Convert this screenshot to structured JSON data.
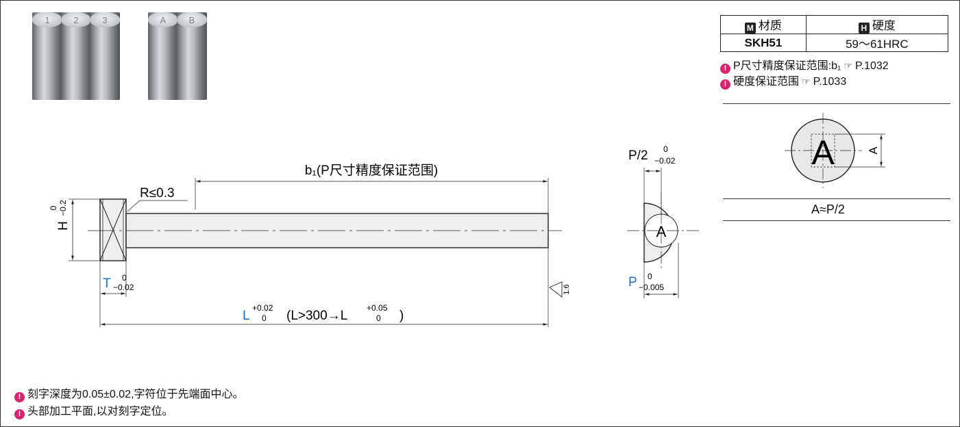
{
  "photos": {
    "group1_letters": [
      "1",
      "2",
      "3"
    ],
    "group2_letters": [
      "A",
      "B"
    ]
  },
  "spec_table": {
    "material_icon": "M",
    "material_header": "材质",
    "hardness_icon": "H",
    "hardness_header": "硬度",
    "material_value": "SKH51",
    "hardness_value": "59～61HRC"
  },
  "refs": [
    {
      "text": "P尺寸精度保证范围:b₁",
      "page": "P.1032"
    },
    {
      "text": "硬度保证范围",
      "page": "P.1033"
    }
  ],
  "end_view_note": "A≈P/2",
  "end_view_letter": "A",
  "end_view_dim": "A",
  "drawing": {
    "b1_label": "b₁(P尺寸精度保证范围)",
    "radius_label": "R≤0.3",
    "H_label": "H",
    "H_tol_upper": "0",
    "H_tol_lower": "−0.2",
    "T_label": "T",
    "T_tol_upper": "0",
    "T_tol_lower": "−0.02",
    "L_label": "L",
    "L_tol_upper": "+0.02",
    "L_tol_lower": "0",
    "L_cond": "(L>300→L",
    "L_cond_upper": "+0.05",
    "L_cond_lower": "0",
    "L_cond_close": ")",
    "roughness": "1.6",
    "P2_label": "P/2",
    "P2_tol_upper": "0",
    "P2_tol_lower": "−0.02",
    "P_label": "P",
    "P_tol_upper": "0",
    "P_tol_lower": "−0.005",
    "center_letter": "A"
  },
  "notes": [
    "刻字深度为0.05±0.02,字符位于先端面中心。",
    "头部加工平面,以对刻字定位。"
  ],
  "colors": {
    "accent_blue": "#1a6fc4",
    "bulb_pink": "#d6246e"
  }
}
